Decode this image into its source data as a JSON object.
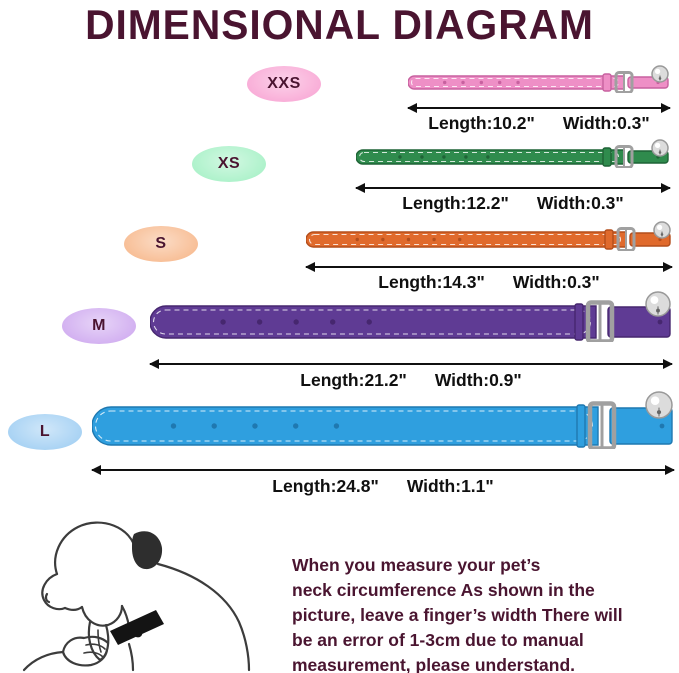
{
  "title": "DIMENSIONAL DIAGRAM",
  "colors": {
    "title": "#4a1430",
    "badge_text": "#4a1430",
    "dimension_text": "#101010",
    "arrow": "#101010",
    "note_text": "#4a1530",
    "metal": "#a0a0a0"
  },
  "sizes": [
    {
      "label": "XXS",
      "length": "Length:10.2\"",
      "width": "Width:0.3\"",
      "badge_color": "#f9aed8",
      "collar_color": "#ee8fc6",
      "collar_dark": "#c7619f"
    },
    {
      "label": "XS",
      "length": "Length:12.2\"",
      "width": "Width:0.3\"",
      "badge_color": "#aef2cb",
      "collar_color": "#2f8b4d",
      "collar_dark": "#1f6336"
    },
    {
      "label": "S",
      "length": "Length:14.3\"",
      "width": "Width:0.3\"",
      "badge_color": "#f8bf97",
      "collar_color": "#e06a2c",
      "collar_dark": "#b34e1c"
    },
    {
      "label": "M",
      "length": "Length:21.2\"",
      "width": "Width:0.9\"",
      "badge_color": "#d3b1f1",
      "collar_color": "#5f3b94",
      "collar_dark": "#46276f"
    },
    {
      "label": "L",
      "length": "Length:24.8\"",
      "width": "Width:1.1\"",
      "badge_color": "#a9d3f4",
      "collar_color": "#2f9fdf",
      "collar_dark": "#1f78b0"
    }
  ],
  "note": {
    "lines": [
      "When you measure your pet’s",
      "neck circumference As shown in the",
      "picture, leave a finger’s width There will",
      "be an error of 1-3cm due to manual",
      "measurement, please understand."
    ]
  },
  "illustration": "dog-with-collar-being-measured"
}
